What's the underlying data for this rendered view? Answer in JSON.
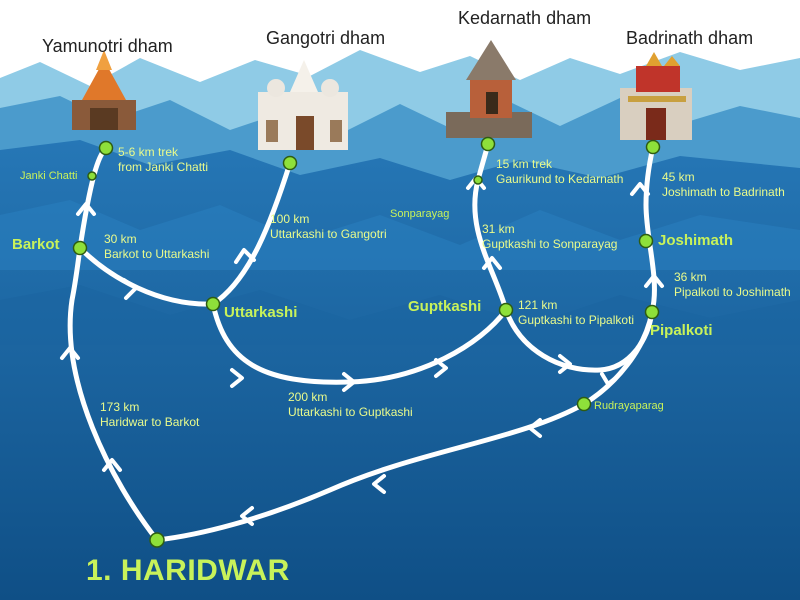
{
  "colors": {
    "sky": "#ffffff",
    "far_mountain": "#7fc1df",
    "mid_mountain": "#3f8fc4",
    "water": "#1b6aa8",
    "deep_water": "#145a92",
    "route_line": "#ffffff",
    "stop_marker": "#8ee03a",
    "town_label": "#c8f25a",
    "route_text": "#e9fb8c",
    "dham_label": "#222222"
  },
  "dhams": [
    {
      "id": "yamunotri",
      "name": "Yamunotri dham"
    },
    {
      "id": "gangotri",
      "name": "Gangotri dham"
    },
    {
      "id": "kedarnath",
      "name": "Kedarnath dham"
    },
    {
      "id": "badrinath",
      "name": "Badrinath dham"
    }
  ],
  "towns": [
    {
      "id": "barkot",
      "name": "Barkot"
    },
    {
      "id": "uttarkashi",
      "name": "Uttarkashi"
    },
    {
      "id": "guptkashi",
      "name": "Guptkashi"
    },
    {
      "id": "joshimath",
      "name": "Joshimath"
    },
    {
      "id": "pipalkoti",
      "name": "Pipalkoti"
    },
    {
      "id": "janki-chatti",
      "name": "Janki Chatti"
    },
    {
      "id": "sonparayag",
      "name": "Sonparayag"
    },
    {
      "id": "rudrayaparag",
      "name": "Rudrayaparag"
    }
  ],
  "start": {
    "name": "1. HARIDWAR"
  },
  "routes": [
    {
      "id": "yamunotri-trek",
      "distance": "5-6 km trek",
      "path": "from Janki Chatti"
    },
    {
      "id": "barkot-uttarkashi",
      "distance": "30 km",
      "path": "Barkot to Uttarkashi"
    },
    {
      "id": "uttarkashi-gangotri",
      "distance": "100 km",
      "path": "Uttarkashi to Gangotri"
    },
    {
      "id": "kedarnath-trek",
      "distance": "15 km trek",
      "path": "Gaurikund to Kedarnath"
    },
    {
      "id": "guptkashi-sonparayag",
      "distance": "31 km",
      "path": "Guptkashi to Sonparayag"
    },
    {
      "id": "joshimath-badrinath",
      "distance": "45 km",
      "path": "Joshimath to Badrinath"
    },
    {
      "id": "pipalkoti-joshimath",
      "distance": "36 km",
      "path": "Pipalkoti to Joshimath"
    },
    {
      "id": "guptkashi-pipalkoti",
      "distance": "121 km",
      "path": "Guptkashi to Pipalkoti"
    },
    {
      "id": "uttarkashi-guptkashi",
      "distance": "200 km",
      "path": "Uttarkashi to Guptkashi"
    },
    {
      "id": "haridwar-barkot",
      "distance": "173 km",
      "path": "Haridwar to Barkot"
    }
  ]
}
